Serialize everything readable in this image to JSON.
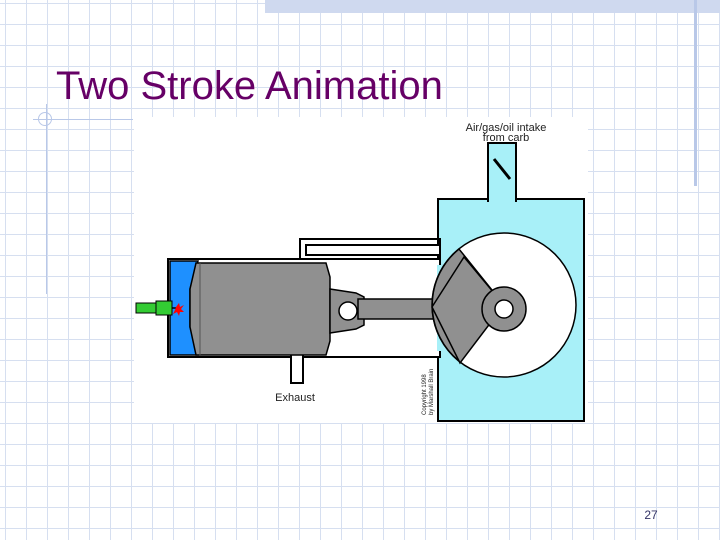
{
  "slide": {
    "title": "Two Stroke Animation",
    "page_number": "27"
  },
  "diagram": {
    "labels": {
      "intake_line1": "Air/gas/oil intake",
      "intake_line2": "from carb",
      "exhaust": "Exhaust",
      "copyright_line1": "Copyright 1998",
      "copyright_line2": "by Marshall Brain"
    },
    "colors": {
      "crankcase_fill": "#a8f0f8",
      "cylinder_outline": "#000000",
      "piston_fill": "#909090",
      "combustion_chamber": "#1e90ff",
      "spark_plug": "#33cc33",
      "spark": "#ff0000",
      "crank_disc": "#ffffff",
      "title_color": "#660066"
    }
  }
}
